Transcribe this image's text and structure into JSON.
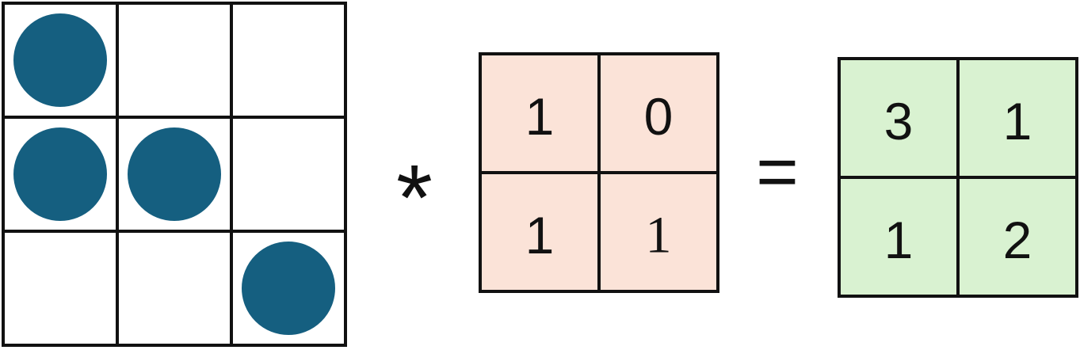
{
  "colors": {
    "dot_fill": "#155f80",
    "kernel_fill": "#fbe3d8",
    "output_fill": "#d9f2d1",
    "grid_stroke": "#111111",
    "background": "#ffffff"
  },
  "input_grid": {
    "rows": 3,
    "cols": 3,
    "cells": [
      [
        1,
        0,
        0
      ],
      [
        1,
        1,
        0
      ],
      [
        0,
        0,
        1
      ]
    ]
  },
  "operators": {
    "convolve": "*",
    "equals": "="
  },
  "kernel": {
    "values": [
      [
        "1",
        "0"
      ],
      [
        "1",
        "1"
      ]
    ]
  },
  "output": {
    "values": [
      [
        "3",
        "1"
      ],
      [
        "1",
        "2"
      ]
    ]
  }
}
